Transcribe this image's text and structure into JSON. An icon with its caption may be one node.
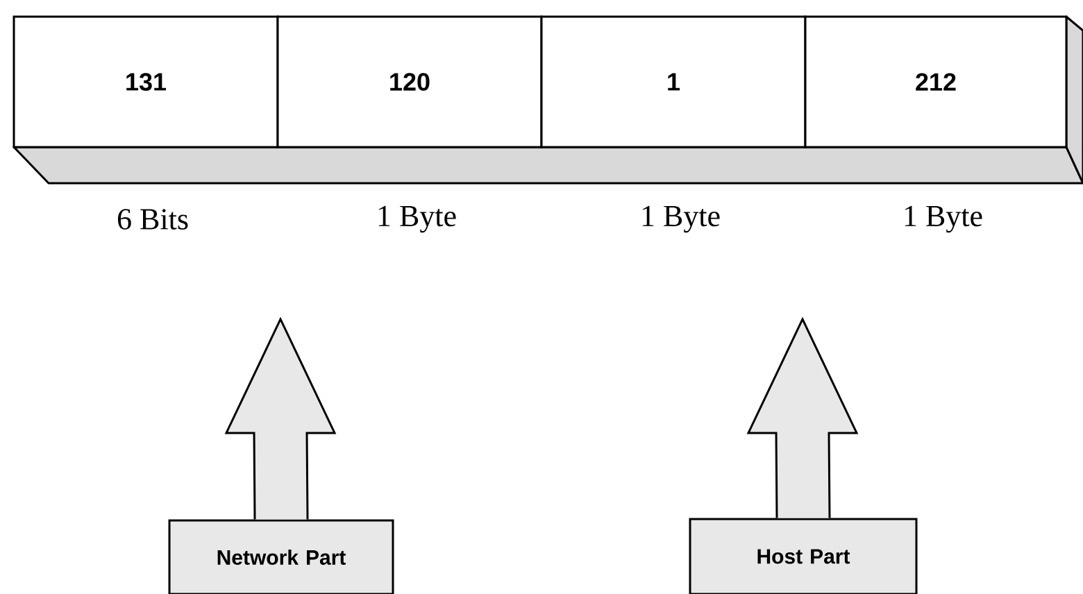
{
  "diagram": {
    "nodes": [
      {
        "text": [
          "131"
        ],
        "beside": [
          "6 Bits"
        ]
      },
      {
        "text": [
          "120"
        ],
        "beside": [
          "1 Byte"
        ]
      },
      {
        "text": [
          "1"
        ],
        "beside": [
          "1 Byte"
        ]
      },
      {
        "text": [
          "212"
        ],
        "beside": [
          "1 Byte"
        ]
      },
      {
        "text": [
          "Network Part"
        ]
      },
      {
        "text": [
          "Host Part"
        ]
      }
    ],
    "edges": [
      {
        "from": 4,
        "to": null,
        "arrow": "to"
      },
      {
        "from": 5,
        "to": null,
        "arrow": "to"
      }
    ]
  }
}
